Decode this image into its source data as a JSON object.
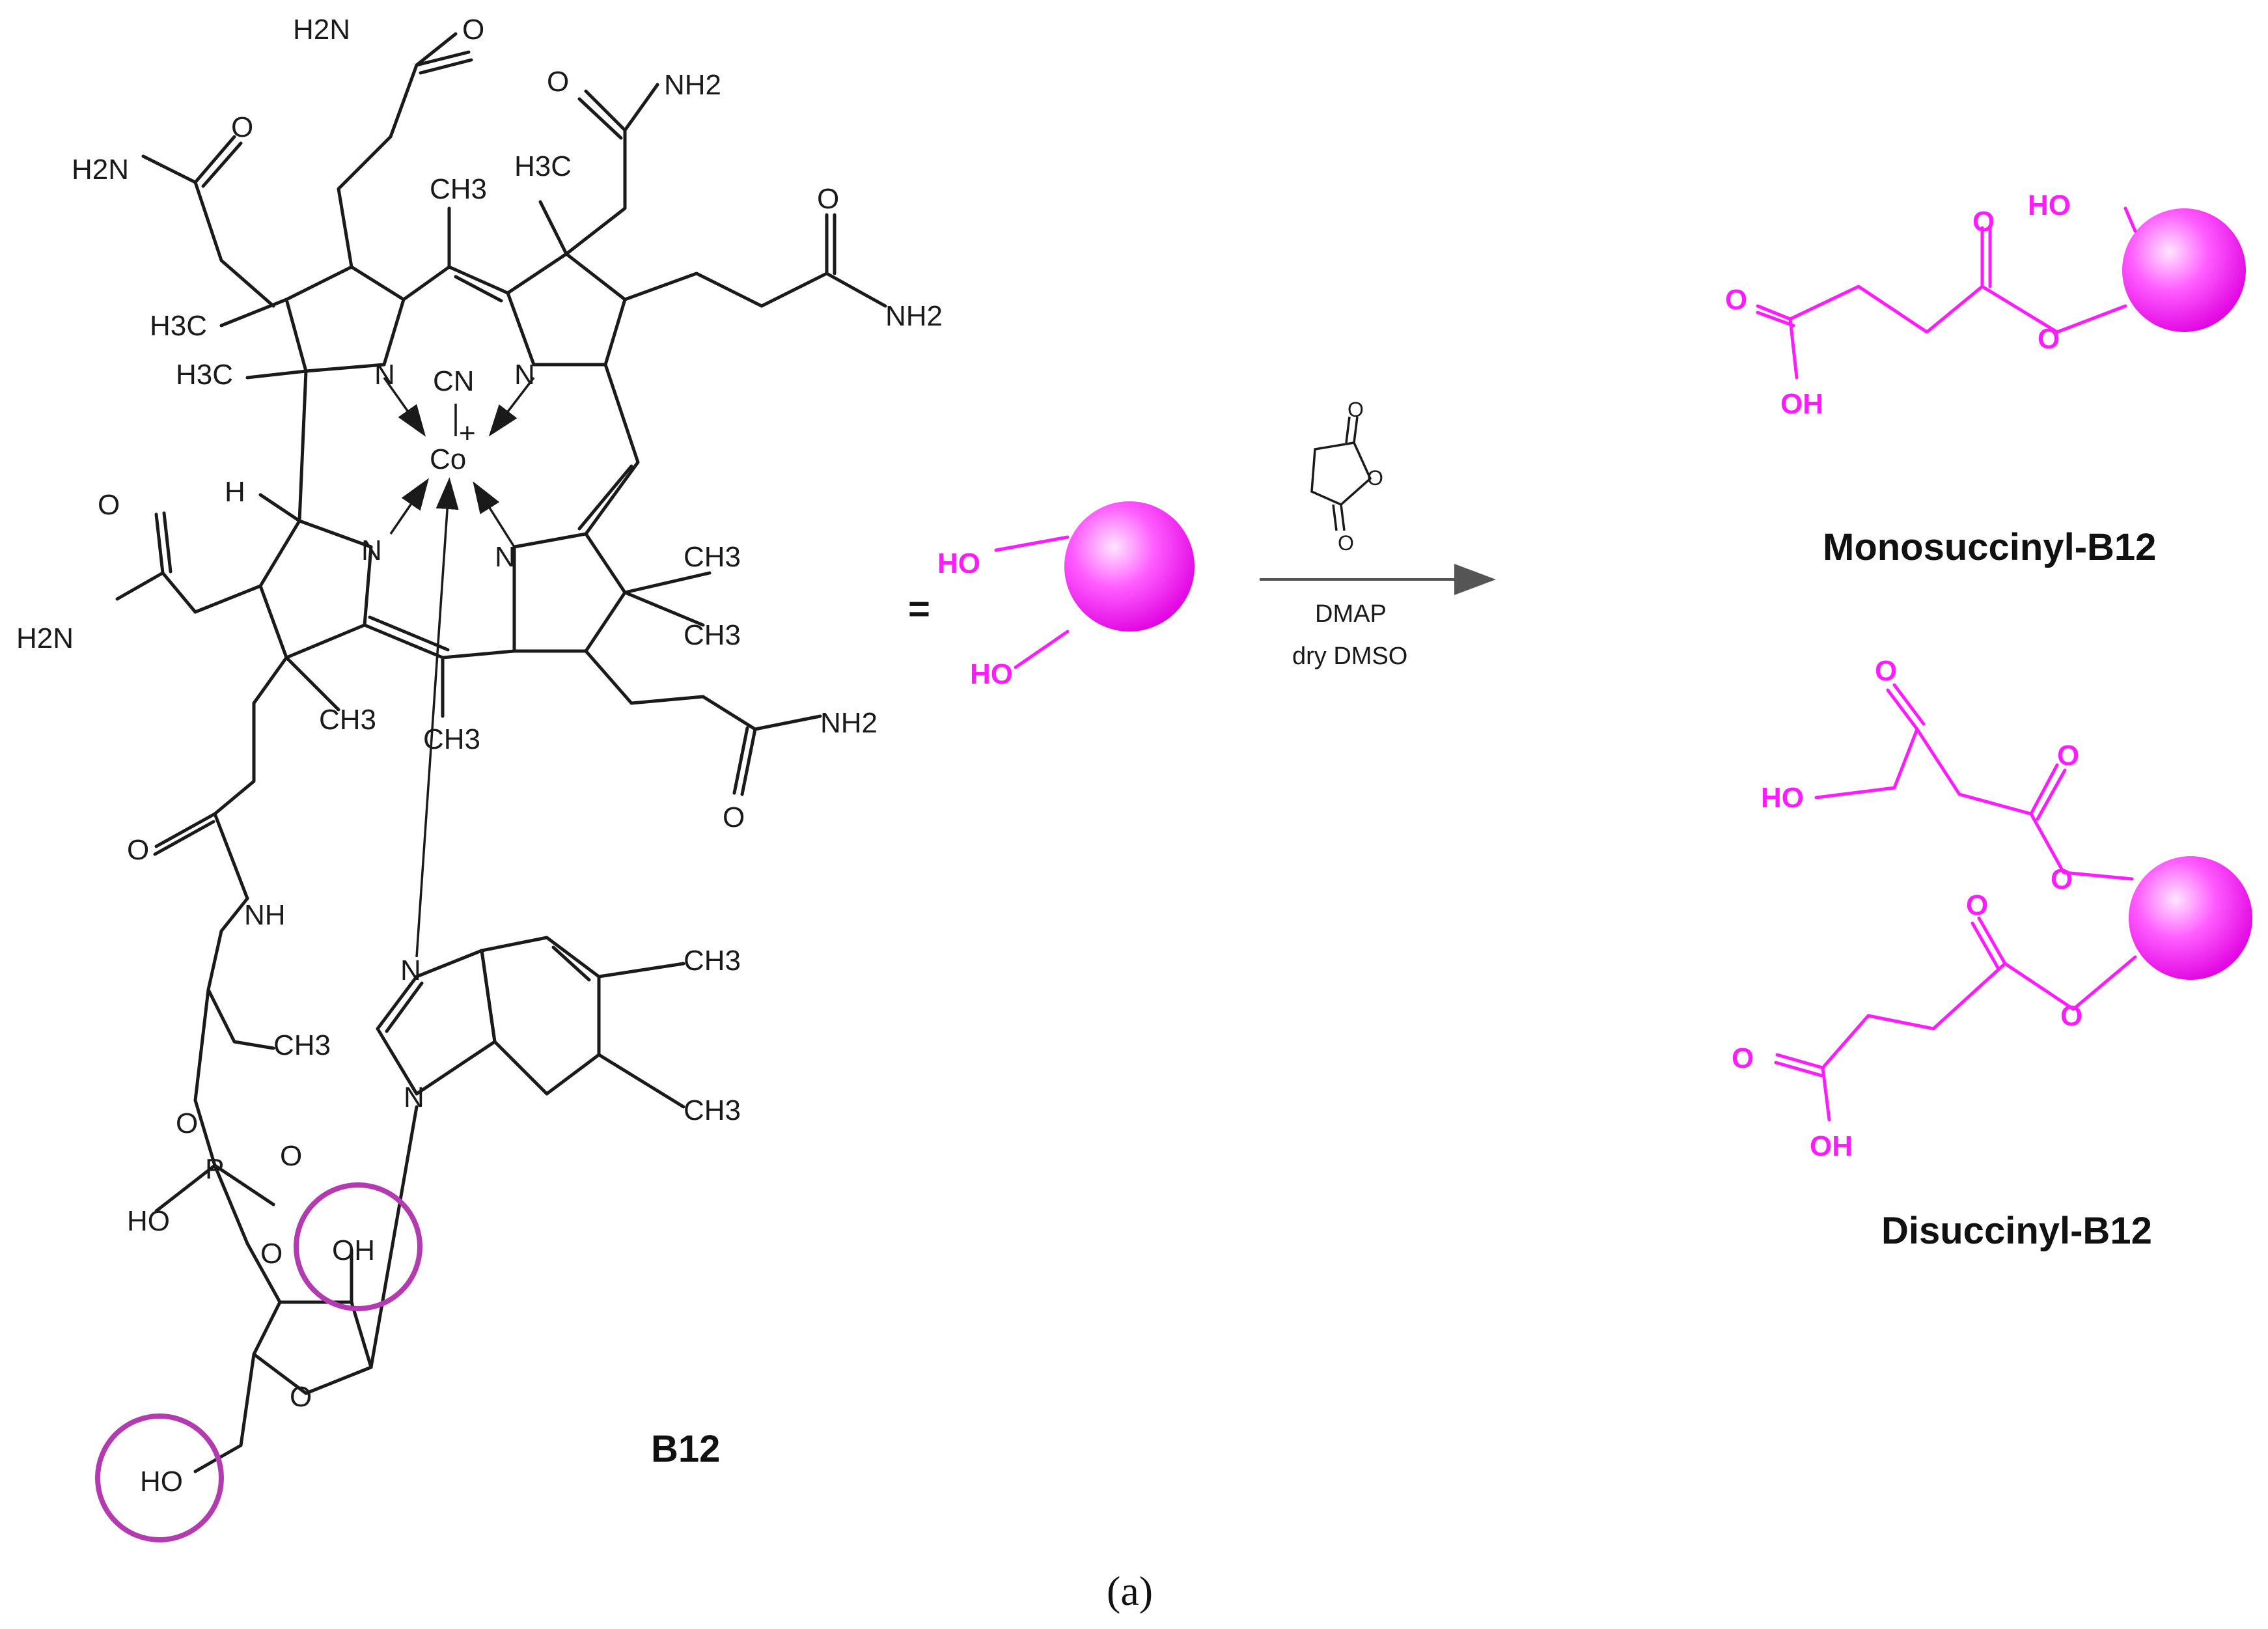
{
  "labels": {
    "b12": "B12",
    "equals": "=",
    "mono": "Monosuccinyl-B12",
    "di": "Disuccinyl-B12",
    "caption": "(a)"
  },
  "reaction": {
    "condition1": "DMAP",
    "condition2": "dry DMSO"
  },
  "atoms": {
    "H2N": "H2N",
    "NH2": "NH2",
    "O": "O",
    "N": "N",
    "NH": "NH",
    "H3C": "H3C",
    "CH3": "CH3",
    "CN": "CN",
    "Co": "Co",
    "plus": "+",
    "H": "H",
    "HO": "HO",
    "OH": "OH",
    "P": "P"
  },
  "colors": {
    "highlight": "#ff1cff",
    "circle": "#b23bb0"
  }
}
